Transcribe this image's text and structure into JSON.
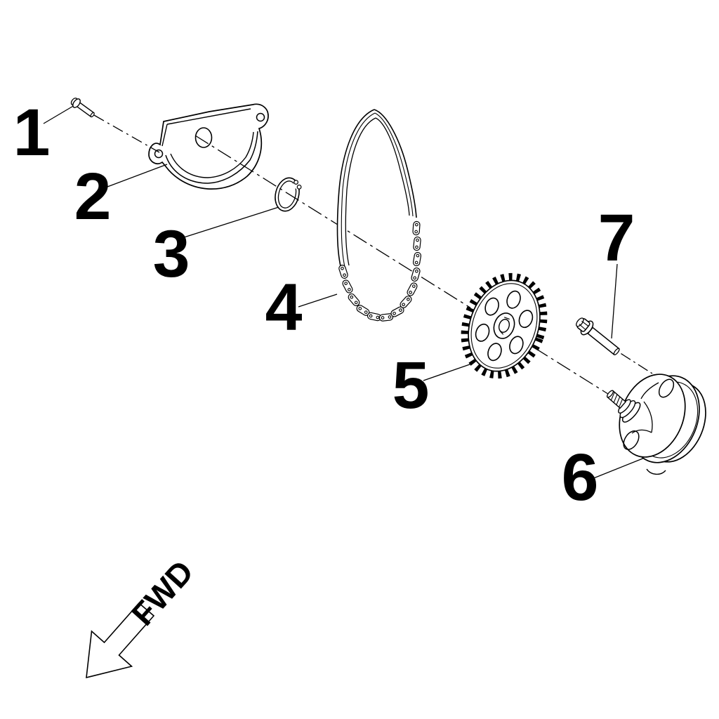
{
  "diagram": {
    "type": "exploded-parts-diagram",
    "background_color": "#ffffff",
    "line_color": "#000000",
    "part_labels": [
      "1",
      "2",
      "3",
      "4",
      "5",
      "6",
      "7"
    ],
    "direction_label": "FWD"
  }
}
